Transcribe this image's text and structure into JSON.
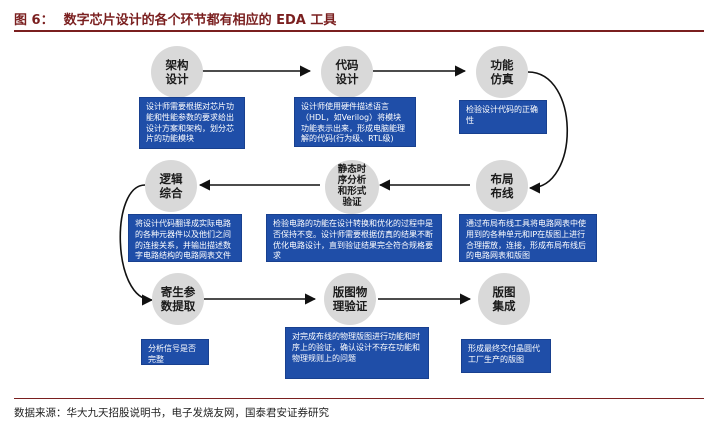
{
  "figure": {
    "label": "图 6：",
    "title": "数字芯片设计的各个环节都有相应的 EDA 工具"
  },
  "nodes": [
    {
      "id": "arch",
      "text": "架构\n设计"
    },
    {
      "id": "code",
      "text": "代码\n设计"
    },
    {
      "id": "sim",
      "text": "功能\n仿真"
    },
    {
      "id": "layout",
      "text": "布局\n布线"
    },
    {
      "id": "sta",
      "text": "静态时\n序分析\n和形式\n验证"
    },
    {
      "id": "synth",
      "text": "逻辑\n综合"
    },
    {
      "id": "para",
      "text": "寄生参\n数提取"
    },
    {
      "id": "pv",
      "text": "版图物\n理验证"
    },
    {
      "id": "tape",
      "text": "版图\n集成"
    }
  ],
  "boxes": {
    "arch": "设计师需要根据对芯片功能和性能参数的要求给出设计方案和架构，划分芯片的功能模块",
    "code": "设计师使用硬件描述语言（HDL，如Verilog）将模块功能表示出来，形成电脑能理解的代码(行为级、RTL级)",
    "sim": "检验设计代码的正确性",
    "synth": "将设计代码翻译成实际电路的各种元器件以及他们之间的连接关系，并输出描述数字电路结构的电路网表文件",
    "sta": "检验电路的功能在设计转换和优化的过程中是否保持不变。设计师需要根据仿真的结果不断优化电路设计，直到验证结果完全符合规格要求",
    "layout": "通过布局布线工具将电路网表中使用到的各种单元和IP在版图上进行合理摆放，连接，形成布局布线后的电路网表和版图",
    "para": "分析信号是否完整",
    "pv": "对完成布线的物理版图进行功能和时序上的验证，确认设计不存在功能和物理规则上的问题",
    "tape": "形成最终交付晶圆代工厂生产的版图"
  },
  "source": "数据来源：华大九天招股说明书，电子发烧友网，国泰君安证券研究",
  "colors": {
    "accent": "#7a1f1f",
    "box": "#1f4ea8",
    "node": "#d9d9d9",
    "arrow": "#111111"
  }
}
